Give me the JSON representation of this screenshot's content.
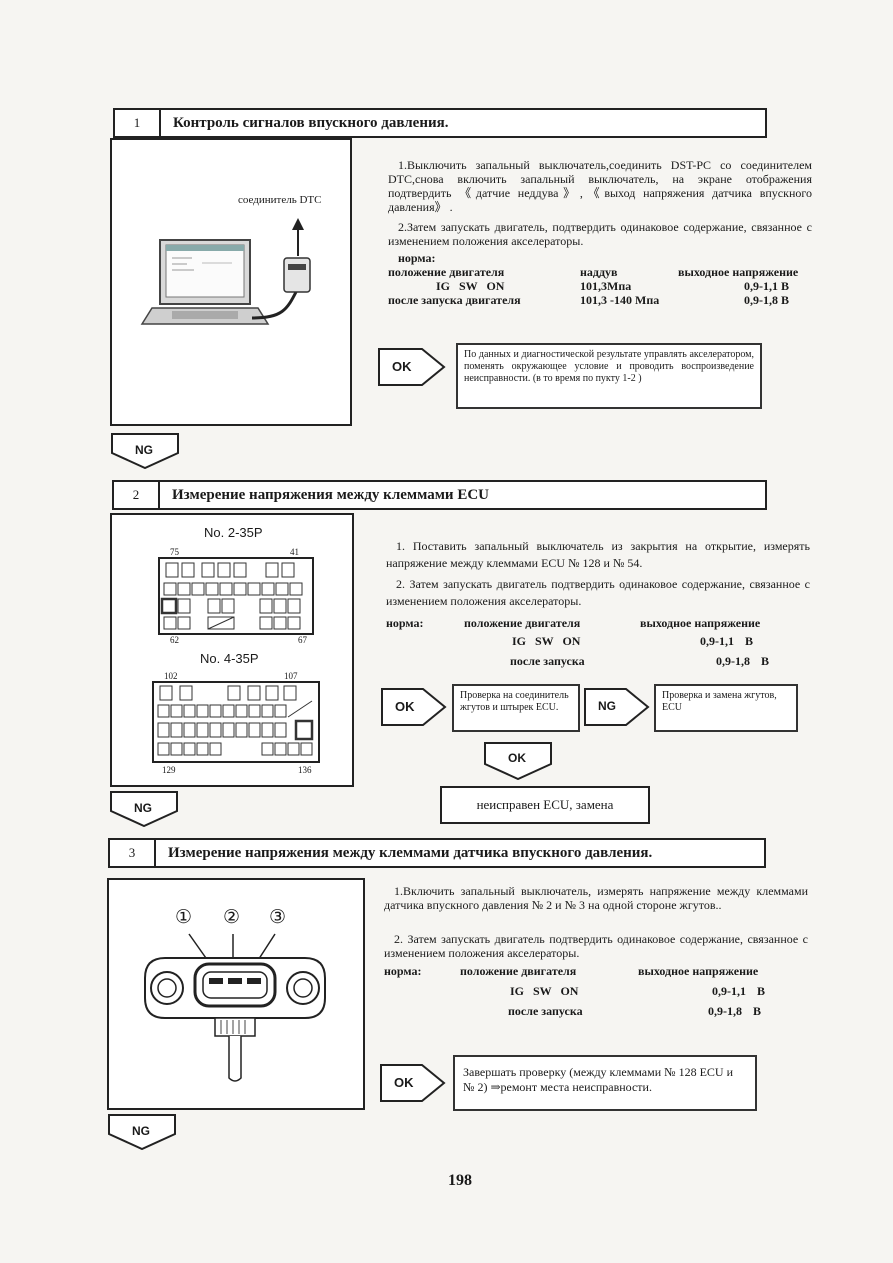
{
  "s1": {
    "num": "1",
    "title": "Контроль сигналов впускного давления.",
    "dtc_label": "соединитель DTC",
    "p1": "1.Выключить запальный выключатель,соединить DST-PC со соединителем DTC,снова включить запальный выключатель, на экране отображения подтвердить 《датчие неддува》,《выход напряжения датчика впускного давления》 .",
    "p2": "2.Затем запускать двигатель, подтвердить одинаковое содержание, связанное с изменением положения акселераторы.",
    "norm": "норма:",
    "col1": "положение двигателя",
    "col2": "наддув",
    "col3": "выходное напряжение",
    "r1c1": "IG SW ON",
    "r1c2": "101,3Мпа",
    "r1c3": "0,9-1,1 В",
    "r2c1": "после запуска двигателя",
    "r2c2": "101,3 -140 Мпа",
    "r2c3": "0,9-1,8 В",
    "ok": "OK",
    "ok_note": "По данных и диагностической результате управлять акселератором, поменять окружающее условие и проводить воспроизведение неисправности. (в то время по пукту 1-2 )",
    "ng": "NG"
  },
  "s2": {
    "num": "2",
    "title": "Измерение напряжения между клеммами ECU",
    "conn1_label": "No. 2-35P",
    "conn1_l": "75",
    "conn1_r": "41",
    "conn1_bl": "62",
    "conn1_br": "67",
    "conn2_label": "No. 4-35P",
    "conn2_l": "102",
    "conn2_r": "107",
    "conn2_bl": "129",
    "conn2_br": "136",
    "p1": "1. Поставить запальный выключатель из закрытия на открытие, измерять напряжение между клеммами ECU № 128 и № 54.",
    "p2": "2. Затем запускать двигатель подтвердить одинаковое содержание, связанное с изменением положения акселераторы.",
    "norm": "норма:",
    "col1": "положение двигателя",
    "col2": "выходное напряжение",
    "r1c1": "IG SW ON",
    "r1c2": "0,9-1,1 В",
    "r2c1": "после запуска",
    "r2c2": "0,9-1,8 В",
    "ok": "OK",
    "ok_note": "Проверка на соединитель жгутов и штырек ECU.",
    "ng_inner": "NG",
    "ng_note": "Проверка и замена жгутов, ECU",
    "ok_down": "OK",
    "ecu_replace": "неисправен ECU, замена",
    "ng": "NG"
  },
  "s3": {
    "num": "3",
    "title": "Измерение напряжения между клеммами датчика впускного давления.",
    "pin1": "①",
    "pin2": "②",
    "pin3": "③",
    "p1": "1.Включить запальный выключатель, измерять напряжение между клеммами датчика впускного давления № 2 и № 3 на одной стороне жгутов..",
    "p2": "2. Затем запускать двигатель подтвердить одинаковое содержание, связанное с изменением положения акселераторы.",
    "norm": "норма:",
    "col1": "положение двигателя",
    "col2": "выходное напряжение",
    "r1c1": "IG SW ON",
    "r1c2": "0,9-1,1 В",
    "r2c1": "после запуска",
    "r2c2": "0,9-1,8 В",
    "ok": "OK",
    "ok_note": "Завершать проверку (между клеммами № 128 ECU и № 2) ⇒ремонт места неисправности.",
    "ng": "NG"
  },
  "page_number": "198"
}
